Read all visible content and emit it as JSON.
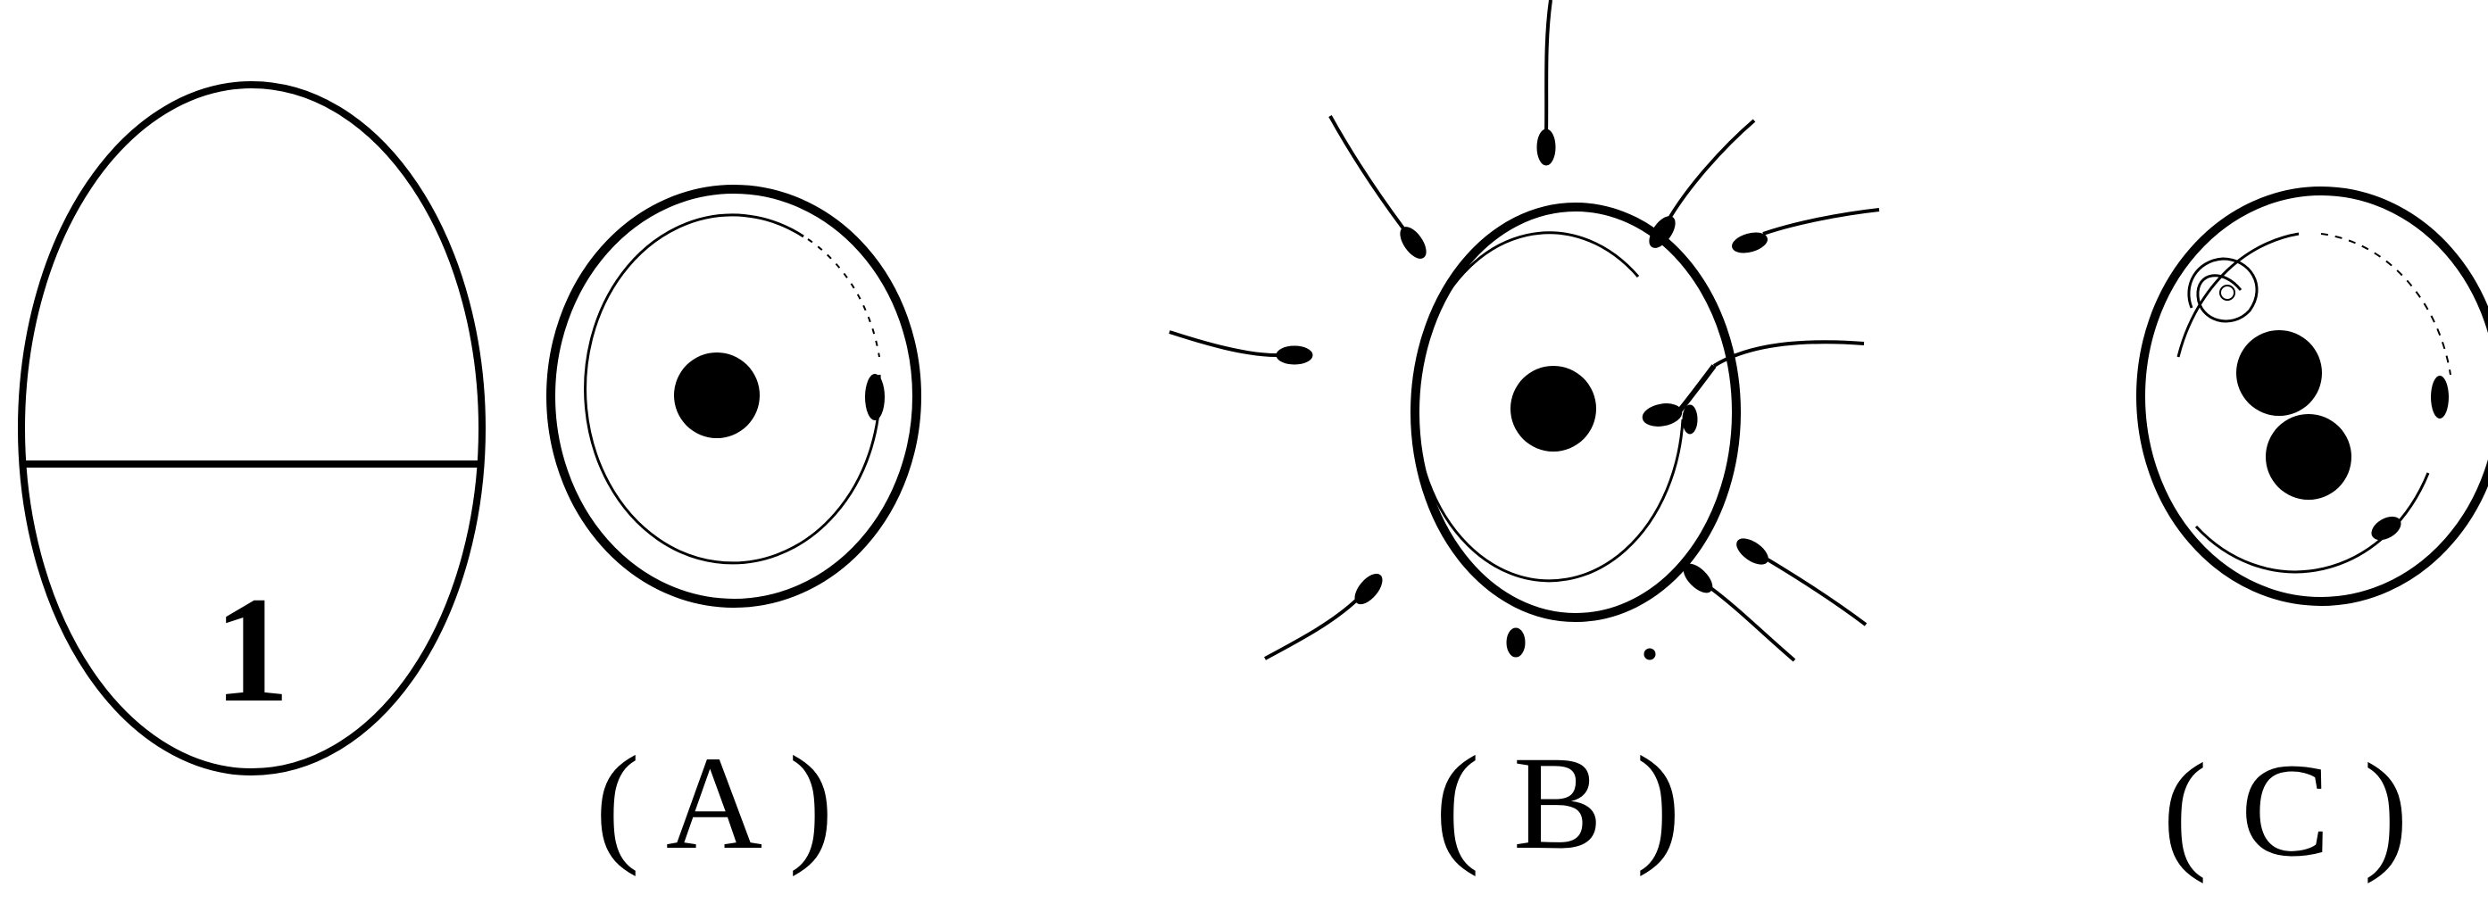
{
  "diagram": {
    "egg_label": "1",
    "stage_labels": {
      "a": "( A )",
      "b": "( B )",
      "c": "( C )"
    },
    "colors": {
      "ink": "#000000",
      "background": "#ffffff"
    }
  }
}
